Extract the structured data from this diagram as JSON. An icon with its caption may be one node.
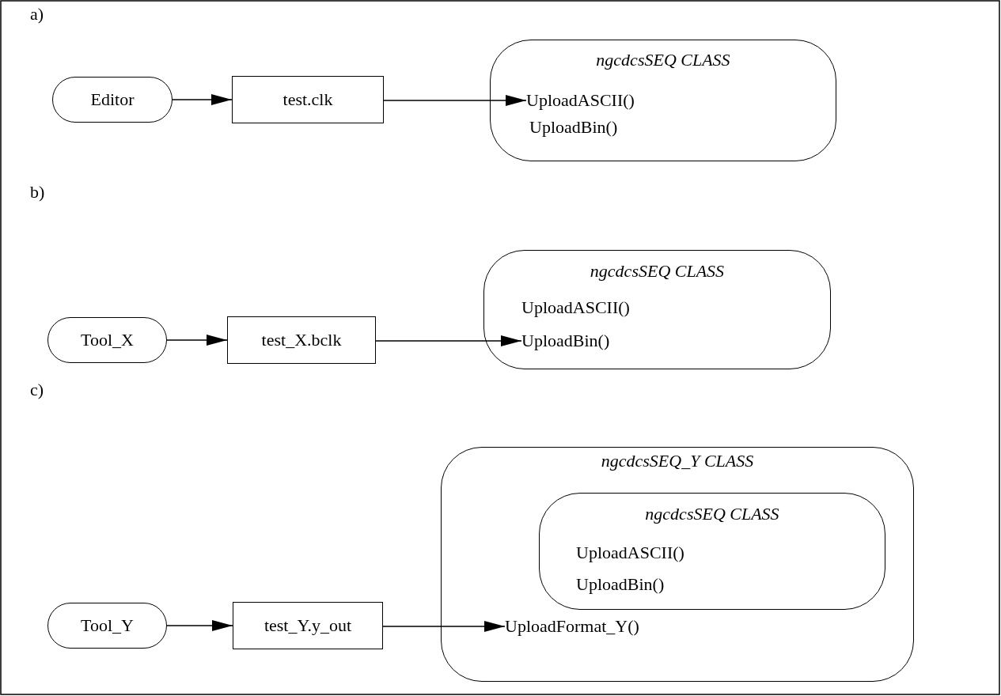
{
  "diagram": {
    "nodes": [
      {
        "text": [
          "Editor"
        ]
      },
      {
        "text": [
          "test.clk"
        ]
      },
      {
        "text": [
          "ngcdcsSEQ CLASS"
        ]
      },
      {
        "text": [
          "UploadASCII()"
        ],
        "in": 2
      },
      {
        "text": [
          "UploadBin()"
        ],
        "in": 2
      },
      {
        "text": [
          "Tool_X"
        ]
      },
      {
        "text": [
          "test_X.bclk"
        ]
      },
      {
        "text": [
          "ngcdcsSEQ CLASS"
        ]
      },
      {
        "text": [
          "UploadASCII()"
        ],
        "in": 7
      },
      {
        "text": [
          "UploadBin()"
        ],
        "in": 7
      },
      {
        "text": [
          "Tool_Y"
        ]
      },
      {
        "text": [
          "test_Y.y_out"
        ]
      },
      {
        "text": [
          "ngcdcsSEQ_Y CLASS"
        ]
      },
      {
        "text": [
          "ngcdcsSEQ CLASS"
        ],
        "in": 12
      },
      {
        "text": [
          "UploadASCII()"
        ],
        "in": 13
      },
      {
        "text": [
          "UploadBin()"
        ],
        "in": 13
      },
      {
        "text": [
          "UploadFormat_Y()"
        ],
        "in": 12
      }
    ],
    "edges": [
      {
        "from": 0,
        "to": 1,
        "arrow": "to"
      },
      {
        "from": 1,
        "to": 3,
        "arrow": "to"
      },
      {
        "from": 5,
        "to": 6,
        "arrow": "to"
      },
      {
        "from": 6,
        "to": 9,
        "arrow": "to"
      },
      {
        "from": 10,
        "to": 11,
        "arrow": "to"
      },
      {
        "from": 11,
        "to": 16,
        "arrow": "to"
      }
    ],
    "labels": [
      "a)",
      "b)",
      "c)"
    ]
  }
}
